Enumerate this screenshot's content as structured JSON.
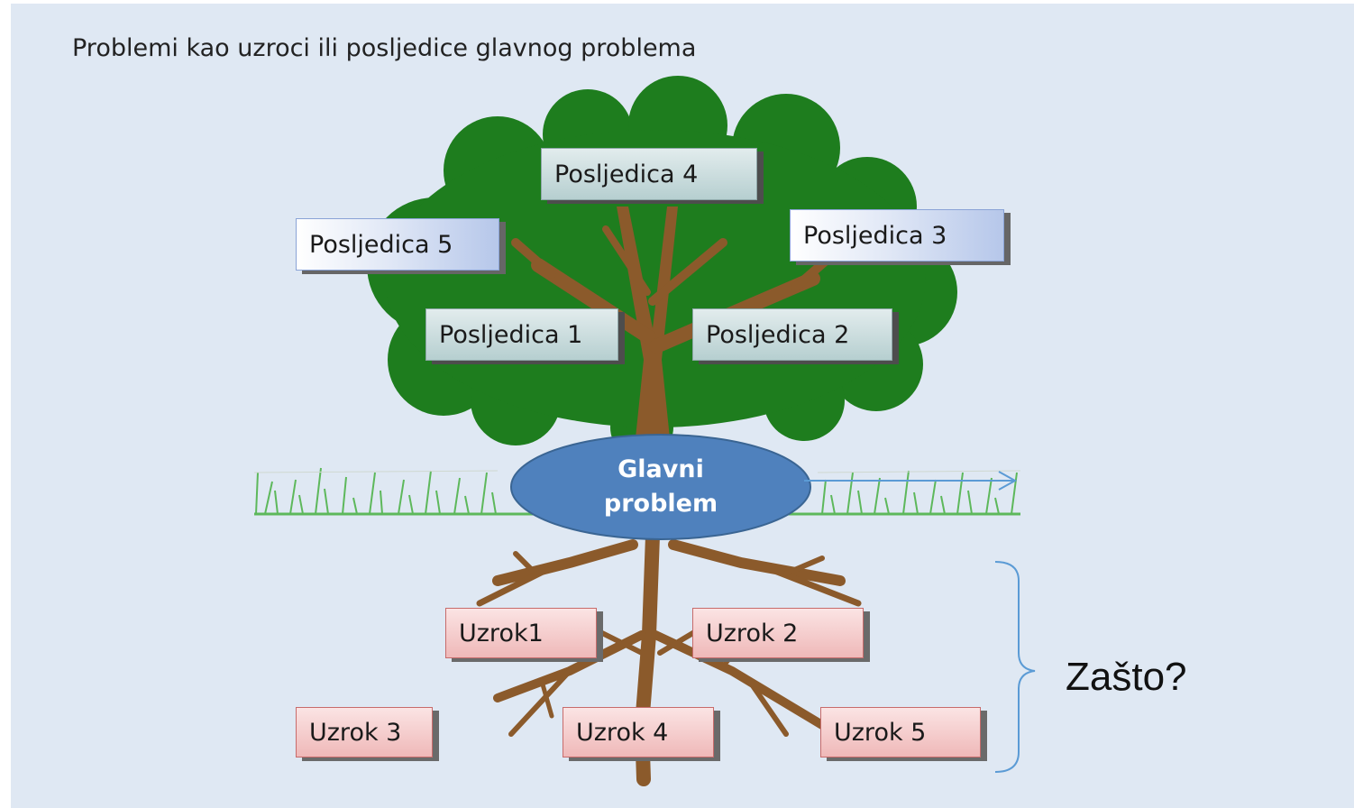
{
  "title": "Problemi kao uzroci ili posljedice glavnog problema",
  "main_problem": {
    "line1": "Glavni",
    "line2": "problem"
  },
  "consequences": [
    "Posljedica 1",
    "Posljedica 2",
    "Posljedica 3",
    "Posljedica 4",
    "Posljedica 5"
  ],
  "causes": [
    "Uzrok1",
    "Uzrok 2",
    "Uzrok 3",
    "Uzrok 4",
    "Uzrok 5"
  ],
  "question": "Zašto?",
  "colors": {
    "background": "#dfe8f3",
    "foliage": "#1e7d1e",
    "trunk": "#8b5a2b",
    "grass": "#5db85b",
    "main_problem_fill": "#4f81bd",
    "arrow": "#5b9bd5"
  }
}
